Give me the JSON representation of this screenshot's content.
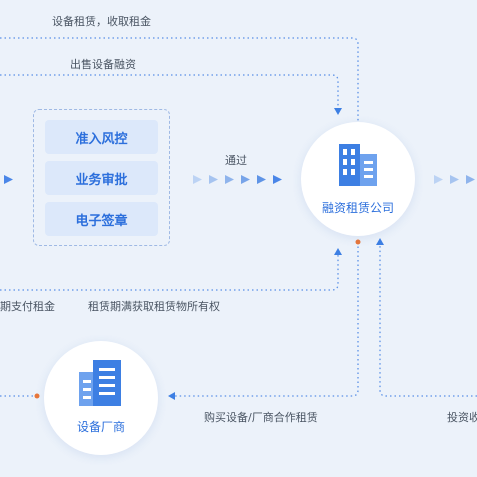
{
  "nodes": {
    "leasing_company": {
      "label": "融资租赁公司",
      "icon": "building-icon"
    },
    "manufacturer": {
      "label": "设备厂商",
      "icon": "buildings-icon"
    }
  },
  "steps": [
    "准入风控",
    "业务审批",
    "电子签章"
  ],
  "labels": {
    "lease_rent": "设备租赁，收取租金",
    "sell_equipment": "出售设备融资",
    "pass": "通过",
    "pay_rent": "期支付租金",
    "ownership": "租赁期满获取租赁物所有权",
    "buy_equipment": "购买设备/厂商合作租赁",
    "invest": "投资收"
  },
  "colors": {
    "accent": "#3D7FE3",
    "dot": "#E8763A",
    "background": "#ECF2FA"
  }
}
